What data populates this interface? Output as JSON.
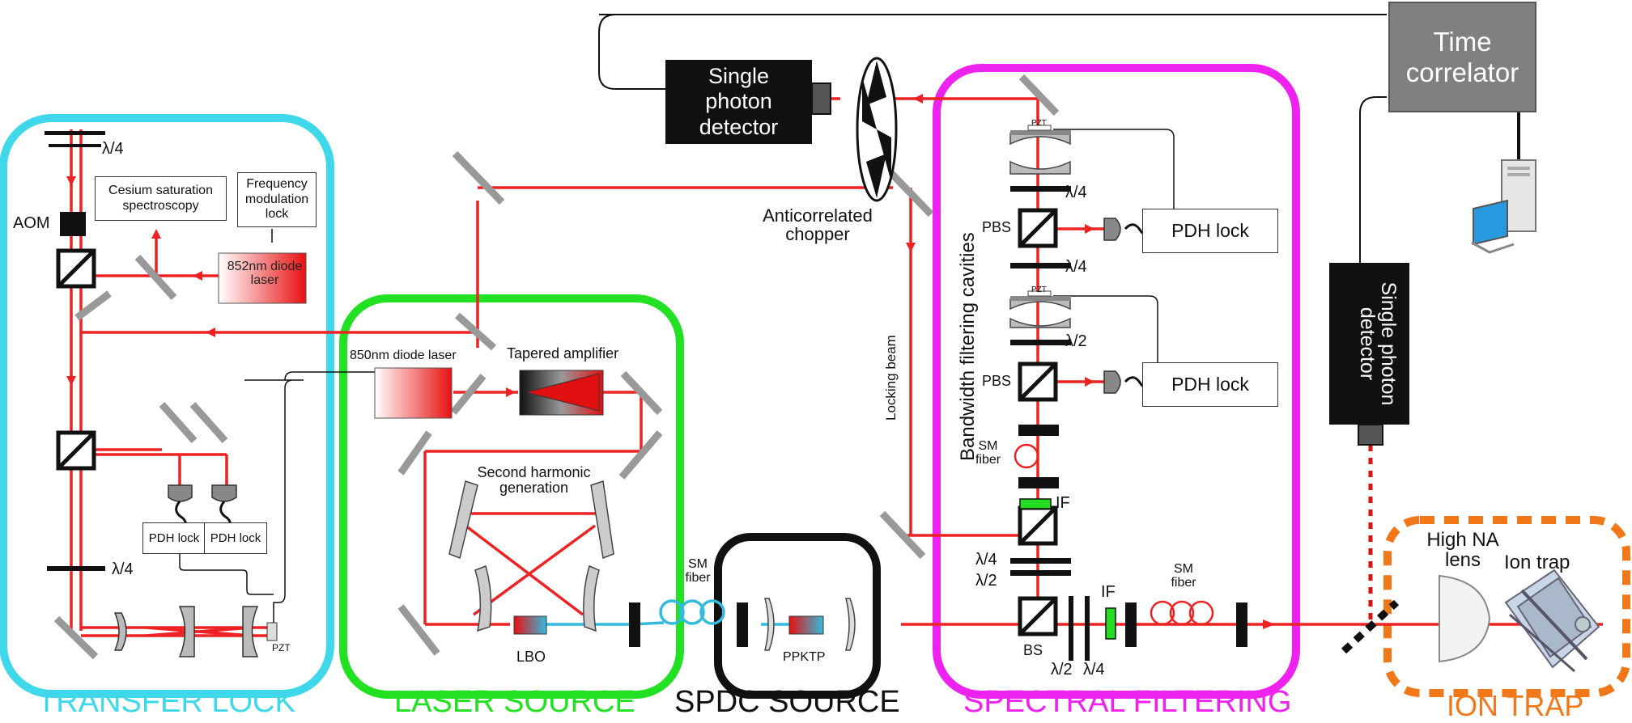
{
  "sections": {
    "transfer_lock": "TRANSFER LOCK",
    "laser_source": "LASER SOURCE",
    "spdc_source": "SPDC SOURCE",
    "spectral_filtering": "SPECTRAL FILTERING",
    "ion_trap": "ION TRAP"
  },
  "colors": {
    "transfer_lock": "#3fd8ea",
    "laser_source": "#22e022",
    "spdc_source": "#111111",
    "spectral_filtering": "#ee22ee",
    "ion_trap": "#f07818",
    "beam_red": "#ee2222",
    "beam_blue": "#33bbdd"
  },
  "transfer_lock": {
    "lambda4_top": "λ/4",
    "aom": "AOM",
    "cesium": "Cesium saturation spectroscopy",
    "fm_lock": "Frequency modulation lock",
    "diode852": "852nm diode laser",
    "pdh_lock_1": "PDH lock",
    "pdh_lock_2": "PDH lock",
    "lambda4_bottom": "λ/4",
    "pzt": "PZT"
  },
  "laser_source": {
    "diode850": "850nm diode laser",
    "tapered_amplifier": "Tapered amplifier",
    "shg": "Second harmonic generation",
    "lbo": "LBO"
  },
  "spdc": {
    "sm_fiber": "SM fiber",
    "ppktp": "PPKTP"
  },
  "top": {
    "single_photon_detector": "Single photon detector",
    "anticorrelated_chopper": "Anticorrelated chopper",
    "locking_beam": "Locking beam",
    "time_correlator": "Time correlator"
  },
  "spectral": {
    "cavities_label": "Bandwidth filtering cavities",
    "pzt_1": "PZT",
    "pzt_2": "PZT",
    "lambda4_a": "λ/4",
    "pbs_1": "PBS",
    "pdh_lock_1": "PDH lock",
    "lambda4_b": "λ/4",
    "lambda2_a": "λ/2",
    "pbs_2": "PBS",
    "pdh_lock_2": "PDH lock",
    "sm_fiber_left": "SM fiber",
    "if_1": "IF",
    "lambda4_c": "λ/4",
    "lambda2_b": "λ/2",
    "bs": "BS",
    "lambda2_c": "λ/2",
    "lambda4_d": "λ/4",
    "if_2": "IF",
    "sm_fiber_right": "SM fiber"
  },
  "ion": {
    "detector_vertical": "Single photon detector",
    "high_na_lens": "High NA lens",
    "ion_trap_label": "Ion trap"
  }
}
